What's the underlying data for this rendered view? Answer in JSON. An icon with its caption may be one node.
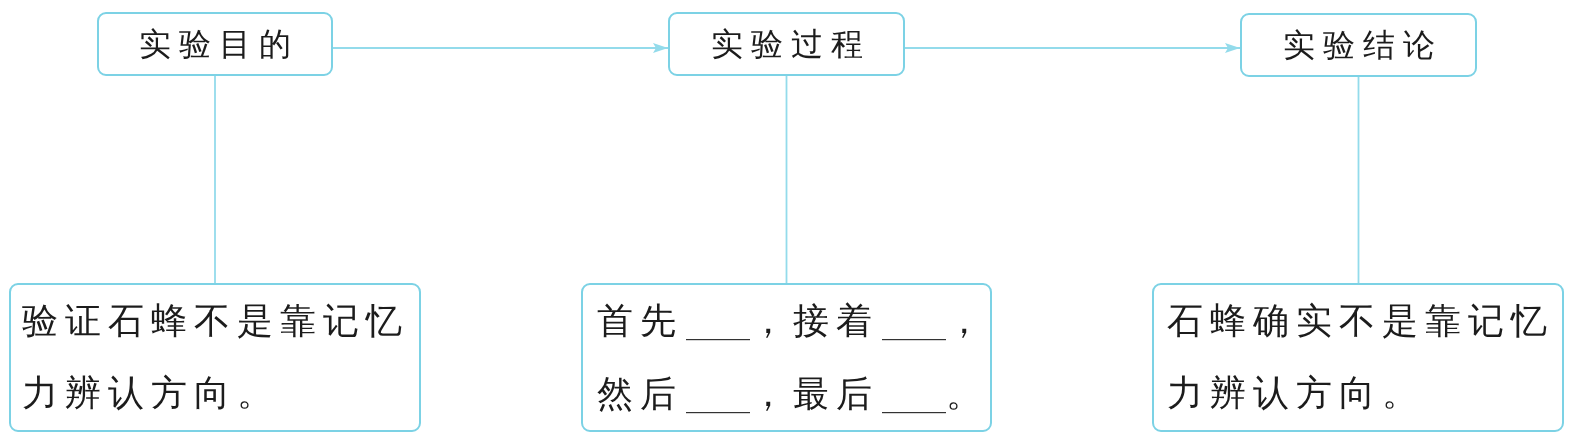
{
  "diagram": {
    "nodes": [
      {
        "text": [
          "实验目的"
        ]
      },
      {
        "text": [
          "实验过程"
        ]
      },
      {
        "text": [
          "实验结论"
        ]
      },
      {
        "text": [
          "验证石蜂不是靠记忆力辨认方向。"
        ]
      },
      {
        "text": [
          "首先____，接着____，然后____，最后____。"
        ]
      },
      {
        "text": [
          "石蜂确实不是靠记忆力辨认方向。"
        ]
      }
    ],
    "edges": [
      {
        "from": 0,
        "to": 1,
        "arrow": "to"
      },
      {
        "from": 1,
        "to": 2,
        "arrow": "to"
      },
      {
        "from": 0,
        "to": 3,
        "arrow": "none"
      },
      {
        "from": 1,
        "to": 4,
        "arrow": "none"
      },
      {
        "from": 2,
        "to": 5,
        "arrow": "none"
      }
    ]
  }
}
